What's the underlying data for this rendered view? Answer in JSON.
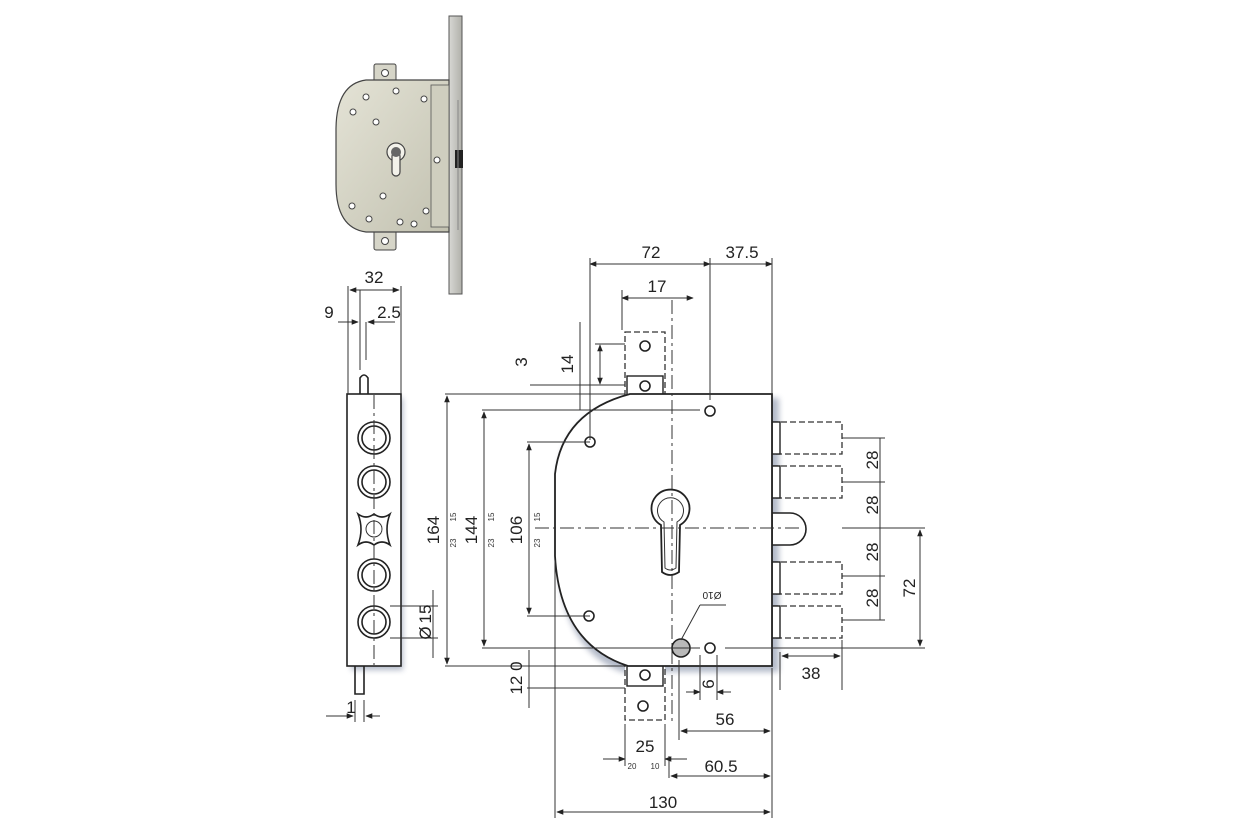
{
  "dimensions": {
    "top": {
      "d72": "72",
      "d37_5": "37.5",
      "d17": "17",
      "d3": "3",
      "d14": "14"
    },
    "side": {
      "d32": "32",
      "d9": "9",
      "d2_5": "2.5",
      "d1": "1",
      "d15": "15",
      "phi": "Ø",
      "dia": "Ø"
    },
    "heights": {
      "d164": "164",
      "d144": "144",
      "d106": "106",
      "t15a": "15",
      "t23a": "23",
      "t15b": "15",
      "t23b": "23",
      "t15c": "15",
      "t23c": "23"
    },
    "right": {
      "d28a": "28",
      "d28b": "28",
      "d28c": "28",
      "d28d": "28",
      "d72": "72",
      "d38": "38"
    },
    "bottom": {
      "d120": "12 0",
      "d6": "6",
      "d56": "56",
      "d25": "25",
      "t20": "20",
      "t10": "10",
      "d60_5": "60.5",
      "d130": "130",
      "hole": "Ø10"
    }
  },
  "colors": {
    "body": "#d3d2c2",
    "plate": "#c9c9c4",
    "outline": "#222222",
    "shadow": "#5a6a8c"
  }
}
